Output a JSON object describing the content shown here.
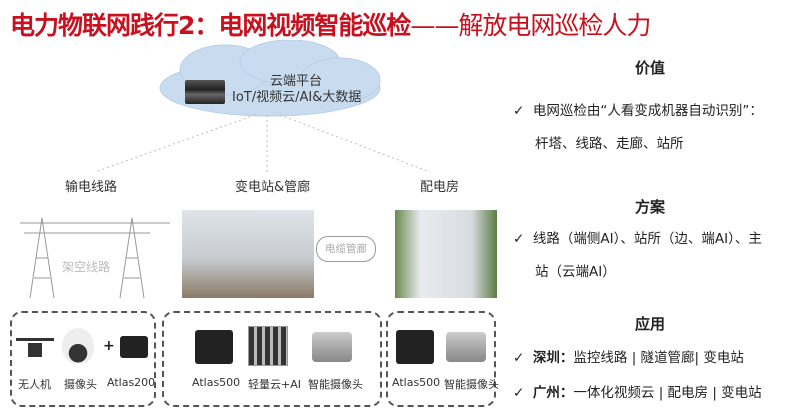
{
  "title": {
    "bold": "电力物联网践行2：电网视频智能巡检",
    "normal": "——解放电网巡检人力"
  },
  "cloud": {
    "line1": "云端平台",
    "line2": "IoT/视频云/AI&大数据"
  },
  "sites": [
    "输电线路",
    "变电站&管廊",
    "配电房"
  ],
  "scene": {
    "overhead": "架空线路",
    "cable": "电缆管廊"
  },
  "groups": [
    {
      "devices": [
        "无人机",
        "摄像头",
        "Atlas200"
      ],
      "plus": "+"
    },
    {
      "devices": [
        "Atlas500",
        "轻量云+AI",
        "智能摄像头"
      ]
    },
    {
      "devices": [
        "Atlas500",
        "智能摄像头"
      ]
    }
  ],
  "right": {
    "value": {
      "heading": "价值",
      "line1": "电网巡检由“人看变成机器自动识别”：",
      "line2": "杆塔、线路、走廊、站所"
    },
    "plan": {
      "heading": "方案",
      "line1": "线路（端侧AI）、站所（边、端AI）、主",
      "line2": "站（云端AI）"
    },
    "app": {
      "heading": "应用",
      "items": [
        {
          "city": "深圳：",
          "text": "监控线路 | 隧道管廊| 变电站"
        },
        {
          "city": "广州：",
          "text": "一体化视频云 | 配电房 | 变电站"
        }
      ]
    },
    "check": "✓"
  }
}
